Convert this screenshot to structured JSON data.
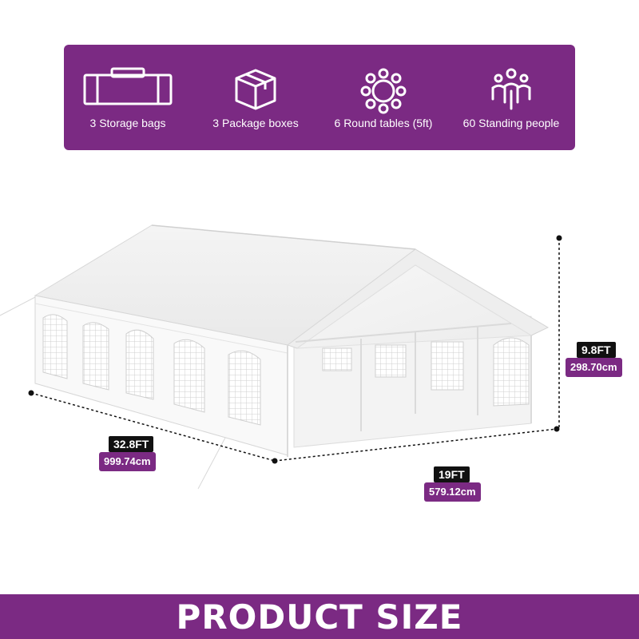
{
  "features": [
    {
      "icon": "storage-bag-icon",
      "label": "3 Storage bags"
    },
    {
      "icon": "package-box-icon",
      "label": "3 Package boxes"
    },
    {
      "icon": "round-table-icon",
      "label": "6 Round tables (5ft)"
    },
    {
      "icon": "standing-people-icon",
      "label": "60 Standing people"
    }
  ],
  "dimensions": {
    "length": {
      "ft": "32.8FT",
      "cm": "999.74cm"
    },
    "width": {
      "ft": "19FT",
      "cm": "579.12cm"
    },
    "height": {
      "ft": "9.8FT",
      "cm": "298.70cm"
    }
  },
  "footer": {
    "title": "PRODUCT SIZE"
  },
  "colors": {
    "brand_purple": "#7b2a83",
    "label_black": "#111111",
    "tent_white": "#ffffff"
  }
}
